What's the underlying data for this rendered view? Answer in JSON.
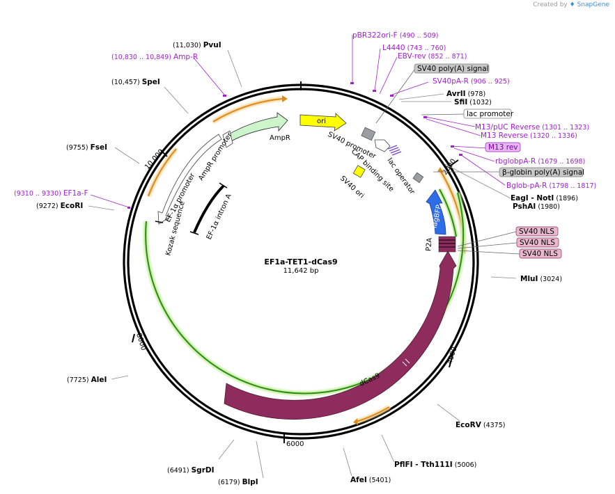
{
  "watermark": {
    "prefix": "Created by",
    "brand": "SnapGene"
  },
  "plasmid": {
    "name": "EF1a-TET1-dCas9",
    "length_label": "11,642 bp"
  },
  "ticks": [
    "2000",
    "4000",
    "6000",
    "8000",
    "10,000"
  ],
  "feature_labels": {
    "ori": "ori",
    "ampr": "AmpR",
    "ampr_promoter": "AmpR promoter",
    "ef1a_promoter": "EF-1α promoter",
    "kozak": "Kozak sequence",
    "ef1a_intron": "EF-1α intron A",
    "sv40_promoter": "SV40 promoter",
    "cap_site": "CAP binding site",
    "lac_operator": "lac operator",
    "sv40_ori": "SV40 ori",
    "tagbfp": "TagBFP",
    "p2a": "P2A",
    "dcas9": "dCas9"
  },
  "enzymes": [
    {
      "name": "PvuI",
      "pos": "(11,030)"
    },
    {
      "name": "SpeI",
      "pos": "(10,457)"
    },
    {
      "name": "FseI",
      "pos": "(9755)"
    },
    {
      "name": "EcoRI",
      "pos": "(9272)"
    },
    {
      "name": "AleI",
      "pos": "(7725)"
    },
    {
      "name": "SgrDI",
      "pos": "(6491)"
    },
    {
      "name": "BlpI",
      "pos": "(6179)"
    },
    {
      "name": "AfeI",
      "pos": "(5401)"
    },
    {
      "name": "PflFI - Tth111I",
      "pos": "(5006)"
    },
    {
      "name": "EcoRV",
      "pos": "(4375)"
    },
    {
      "name": "MluI",
      "pos": "(3024)"
    },
    {
      "name": "EagI - NotI",
      "pos": "(1896)"
    },
    {
      "name": "PshAI",
      "pos": "(1980)"
    },
    {
      "name": "AvrII",
      "pos": "(978)"
    },
    {
      "name": "SfiI",
      "pos": "(1032)"
    }
  ],
  "primers": [
    {
      "name": "Amp-R",
      "pos": "(10,830 .. 10,849)"
    },
    {
      "name": "EF1a-F",
      "pos": "(9310 .. 9330)"
    },
    {
      "name": "pBR322ori-F",
      "pos": "(490 .. 509)"
    },
    {
      "name": "L4440",
      "pos": "(743 .. 760)"
    },
    {
      "name": "EBV-rev",
      "pos": "(852 .. 871)"
    },
    {
      "name": "SV40pA-R",
      "pos": "(906 .. 925)"
    },
    {
      "name": "M13/pUC Reverse",
      "pos": "(1301 .. 1323)"
    },
    {
      "name": "M13 Reverse",
      "pos": "(1320 .. 1336)"
    },
    {
      "name": "rbglobpA-R",
      "pos": "(1679 .. 1698)"
    },
    {
      "name": "Bglob-pA-R",
      "pos": "(1798 .. 1817)"
    }
  ],
  "boxed_features": [
    {
      "name": "SV40 poly(A) signal",
      "style": "gray"
    },
    {
      "name": "lac promoter",
      "style": "white"
    },
    {
      "name": "M13 rev",
      "style": "purple"
    },
    {
      "name": "β-globin poly(A) signal",
      "style": "gray"
    },
    {
      "name": "SV40 NLS",
      "style": "pink"
    },
    {
      "name": "SV40 NLS",
      "style": "pink"
    },
    {
      "name": "SV40 NLS",
      "style": "pink"
    }
  ],
  "colors": {
    "backbone": "#000000",
    "primer": "#a020d0",
    "dcas9": "#8e2c5e",
    "tagbfp": "#2f6ce8",
    "ori": "#ffff00",
    "ampr": "#ccf5cc",
    "orange_feature": "#d98a20",
    "green_feature": "#4caf1a",
    "gray_feature": "#9a9ea2"
  }
}
